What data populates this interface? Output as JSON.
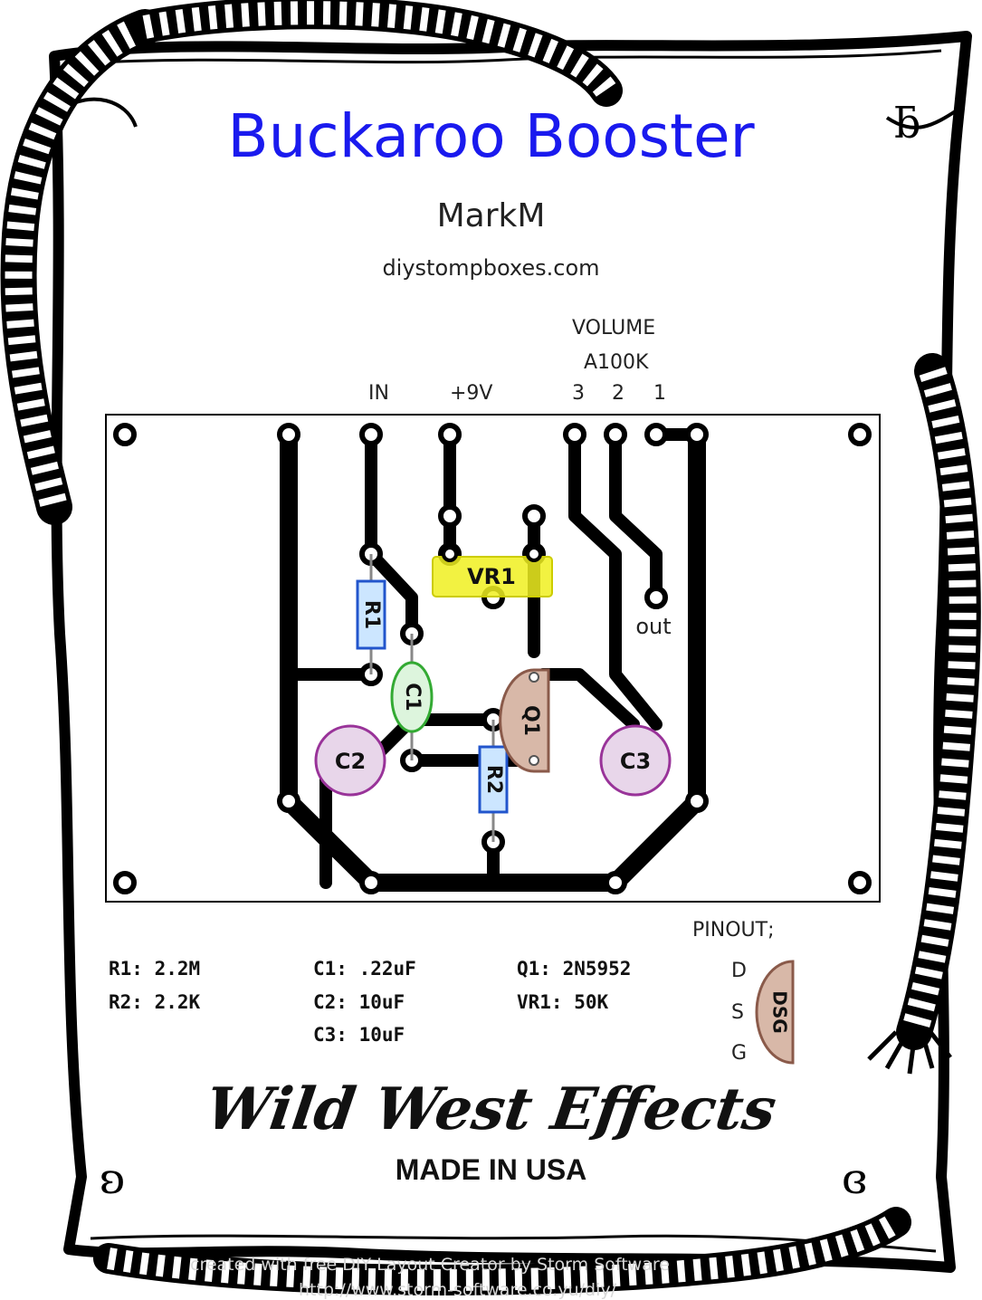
{
  "title": "Buckaroo Booster",
  "author": "MarkM",
  "website": "diystompboxes.com",
  "labels": {
    "volume": "VOLUME",
    "volume_value": "A100K",
    "in": "IN",
    "plus9v": "+9V",
    "pin3": "3",
    "pin2": "2",
    "pin1": "1",
    "out": "out"
  },
  "components": {
    "r1": "R1",
    "r2": "R2",
    "c1": "C1",
    "c2": "C2",
    "c3": "C3",
    "q1": "Q1",
    "vr1": "VR1"
  },
  "bom": {
    "col1": [
      "R1: 2.2M",
      "R2: 2.2K"
    ],
    "col2": [
      "C1: .22uF",
      "C2: 10uF",
      "C3: 10uF"
    ],
    "col3": [
      "Q1: 2N5952",
      "VR1: 50K"
    ]
  },
  "pinout": {
    "title": "PINOUT;",
    "pins": [
      "D",
      "S",
      "G"
    ],
    "body_label": "DSG"
  },
  "brand": "Wild West Effects",
  "made_in": "MADE IN USA",
  "credit": {
    "line1": "created with free DIY Layout Creator by Storm Software",
    "line2": "http://www.storm-software.co.yu/diy/"
  },
  "colors": {
    "title": "#1a1aee",
    "trace": "#000000",
    "resistor_fill": "#cce6ff",
    "resistor_stroke": "#2255cc",
    "cap_film_fill": "#ddf5dd",
    "cap_film_stroke": "#33aa33",
    "cap_elec_fill": "#e8d6ea",
    "cap_elec_stroke": "#993399",
    "transistor_fill": "#d8b8a8",
    "trimmer_fill": "#f0f020"
  }
}
